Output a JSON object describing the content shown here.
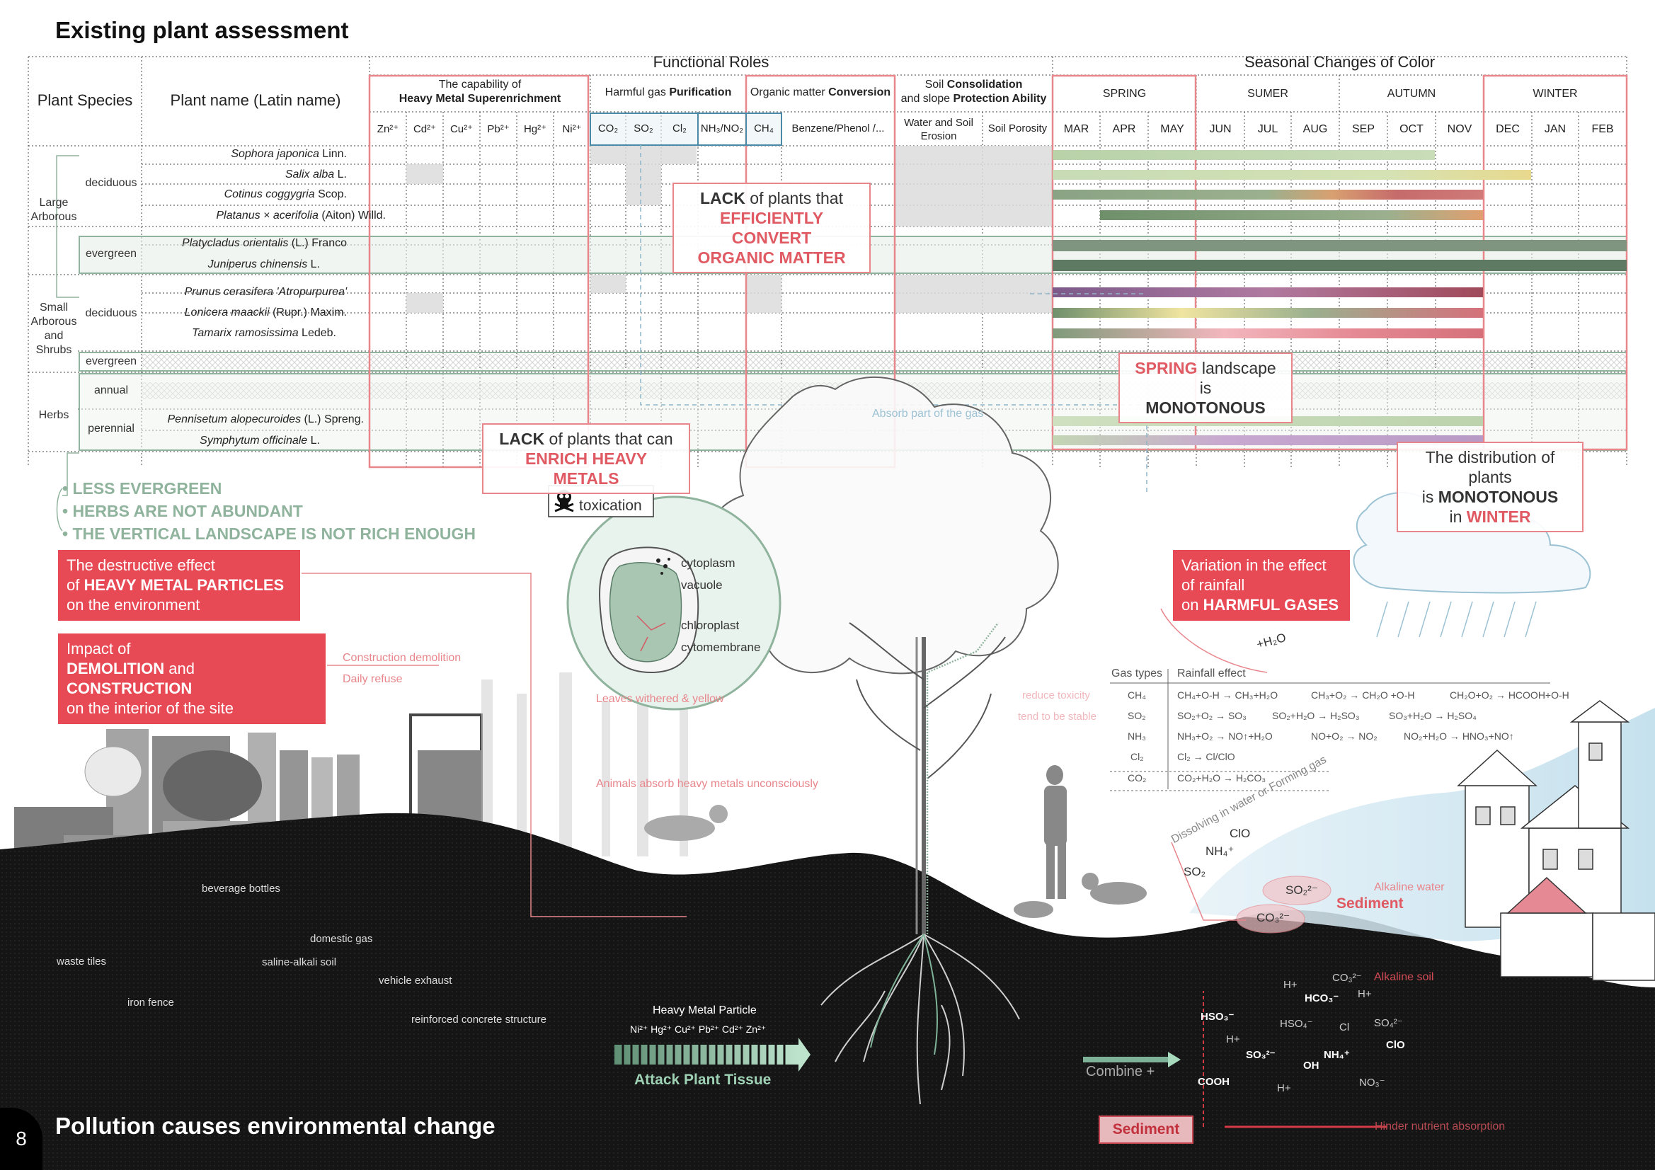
{
  "page": {
    "title": "Existing plant assessment",
    "bottom_title": "Pollution causes environmental change",
    "page_number": "8"
  },
  "table": {
    "col_species": "Plant Species",
    "col_name": "Plant name (Latin name)",
    "functional_roles": "Functional Roles",
    "seasonal": "Seasonal Changes of Color",
    "heavy_metal_a": "The capability of",
    "heavy_metal_b": "Heavy Metal Superenrichment",
    "harmful_a": "Harmful gas ",
    "harmful_b": "Purification",
    "organic_a": "Organic matter ",
    "organic_b": "Conversion",
    "soil_a": "Soil ",
    "soil_b": "Consolidation",
    "soil_c": "and slope ",
    "soil_d": "Protection Ability",
    "metals": [
      "Zn²⁺",
      "Cd²⁺",
      "Cu²⁺",
      "Pb²⁺",
      "Hg²⁺",
      "Ni²⁺"
    ],
    "gases": [
      "CO₂",
      "SO₂",
      "Cl₂",
      "NH₃/NO₂",
      "CH₄"
    ],
    "organic": "Benzene/Phenol /...",
    "soil_erosion": "Water and Soil Erosion",
    "soil_porosity": "Soil Porosity",
    "seasons": [
      "SPRING",
      "SUMER",
      "AUTUMN",
      "WINTER"
    ],
    "months": [
      "MAR",
      "APR",
      "MAY",
      "JUN",
      "JUL",
      "AUG",
      "SEP",
      "OCT",
      "NOV",
      "DEC",
      "JAN",
      "FEB"
    ],
    "groups": {
      "large": "Large Arborous",
      "small": "Small Arborous and Shrubs",
      "herbs": "Herbs",
      "deciduous": "deciduous",
      "evergreen": "evergreen",
      "annual": "annual",
      "perennial": "perennial"
    },
    "plants": [
      {
        "italic": "Sophora japonica",
        "rest": " Linn."
      },
      {
        "italic": "Salix alba",
        "rest": " L."
      },
      {
        "italic": "Cotinus coggygria",
        "rest": " Scop."
      },
      {
        "italic": "Platanus × acerifolia",
        "rest": " (Aiton) Willd."
      },
      {
        "italic": "Platycladus orientalis",
        "rest": " (L.) Franco"
      },
      {
        "italic": "Juniperus chinensis",
        "rest": " L."
      },
      {
        "italic": "Prunus cerasifera 'Atropurpurea'",
        "rest": ""
      },
      {
        "italic": "Lonicera maackii",
        "rest": " (Rupr.) Maxim."
      },
      {
        "italic": "Tamarix ramosissima",
        "rest": " Ledeb."
      },
      {
        "italic": "Pennisetum alopecuroides",
        "rest": " (L.) Spreng."
      },
      {
        "italic": "Symphytum officinale",
        "rest": " L."
      }
    ]
  },
  "notes": [
    "• LESS EVERGREEN",
    "• HERBS ARE NOT ABUNDANT",
    "• THE VERTICAL LANDSCAPE IS NOT RICH ENOUGH"
  ],
  "callouts": {
    "organic_a": "LACK",
    "organic_b": " of plants that",
    "organic_c": "EFFICIENTLY CONVERT",
    "organic_d": "ORGANIC MATTER",
    "metal_a": "LACK",
    "metal_b": " of plants that can",
    "metal_c": "ENRICH HEAVY METALS",
    "spring_a": "SPRING",
    "spring_b": " landscape is",
    "spring_c": "MONOTONOUS",
    "winter_a": "The distribution of plants",
    "winter_b": "is ",
    "winter_c": "MONOTONOUS",
    "winter_d": "in ",
    "winter_e": "WINTER"
  },
  "redboxes": {
    "destr_1": "The destructive effect",
    "destr_2": "of ",
    "destr_3": "HEAVY METAL PARTICLES",
    "destr_4": "on the environment",
    "impact_1": "Impact of",
    "impact_2": "DEMOLITION",
    "impact_3": " and ",
    "impact_4": "CONSTRUCTION",
    "impact_5": "on the interior of the site",
    "rain_1": "Variation in the effect",
    "rain_2": "of rainfall",
    "rain_3": "on ",
    "rain_4": "HARMFUL GASES"
  },
  "labels": {
    "construction": "Construction demolition",
    "refuse": "Daily refuse",
    "toxication": "toxication",
    "cytoplasm": "cytoplasm",
    "vacuole": "vacuole",
    "chloroplast": "chloroplast",
    "cytomembrane": "cytomembrane",
    "withered": "Leaves withered & yellow",
    "absorb_gas": "Absorb part of the gas",
    "animals": "Animals absorb heavy metals unconsciously",
    "reduce": "reduce toxicity",
    "stable": "tend to be stable",
    "beverage": "beverage bottles",
    "domestic_gas": "domestic gas",
    "waste_tiles": "waste tiles",
    "saline": "saline-alkali soil",
    "vehicle": "vehicle exhaust",
    "iron_fence": "iron fence",
    "concrete": "reinforced concrete structure",
    "hm_particle": "Heavy Metal Particle",
    "hm_ions": "Ni²⁺ Hg²⁺ Cu²⁺ Pb²⁺ Cd²⁺ Zn²⁺",
    "attack": "Attack Plant Tissue",
    "combine": "Combine +",
    "sediment": "Sediment",
    "hinder": "Hinder nutrient absorption",
    "alkaline_water": "Alkaline water",
    "alkaline_soil": "Alkaline soil",
    "dissolving": "Dissolving in water or Forming gas",
    "h2o": "+H₂O"
  },
  "gas_table": {
    "h1": "Gas types",
    "h2": "Rainfall effect",
    "rows": [
      [
        "CH₄",
        "CH₄+O-H → CH₃+H₂O",
        "CH₃+O₂ → CH₂O +O-H",
        "CH₂O+O₂ → HCOOH+O-H"
      ],
      [
        "SO₂",
        "SO₂+O₂ → SO₃",
        "SO₂+H₂O → H₂SO₃",
        "SO₃+H₂O → H₂SO₄"
      ],
      [
        "NH₃",
        "NH₃+O₂ → NO↑+H₂O",
        "NO+O₂ → NO₂",
        "NO₂+H₂O → HNO₃+NO↑"
      ],
      [
        "Cl₂",
        "Cl₂ → Cl/ClO",
        "",
        ""
      ],
      [
        "CO₂",
        "CO₂+H₂O → H₂CO₃",
        "",
        ""
      ]
    ]
  },
  "chem": {
    "clo": "ClO",
    "nh4": "NH₄⁺",
    "so2a": "SO₂",
    "so2b": "SO₂²⁻",
    "co3a": "CO₃²⁻",
    "co3b": "CO₃²⁻",
    "hplus1": "H+",
    "hco3": "HCO₃⁻",
    "hplus2": "H+",
    "hso3": "HSO₃⁻",
    "hso4": "HSO₄⁻",
    "cl": "Cl",
    "so4": "SO₄²⁻",
    "hplus3": "H+",
    "so3": "SO₃²⁻",
    "oh": "OH",
    "nh4b": "NH₄⁺",
    "clo2": "ClO",
    "cooh": "COOH",
    "hplus4": "H+",
    "no3": "NO₃⁻"
  },
  "colors": {
    "accent_red": "#e84a55",
    "light_red": "#e8868c",
    "green": "#8fb39c",
    "blue_box": "#4b8aa6"
  }
}
